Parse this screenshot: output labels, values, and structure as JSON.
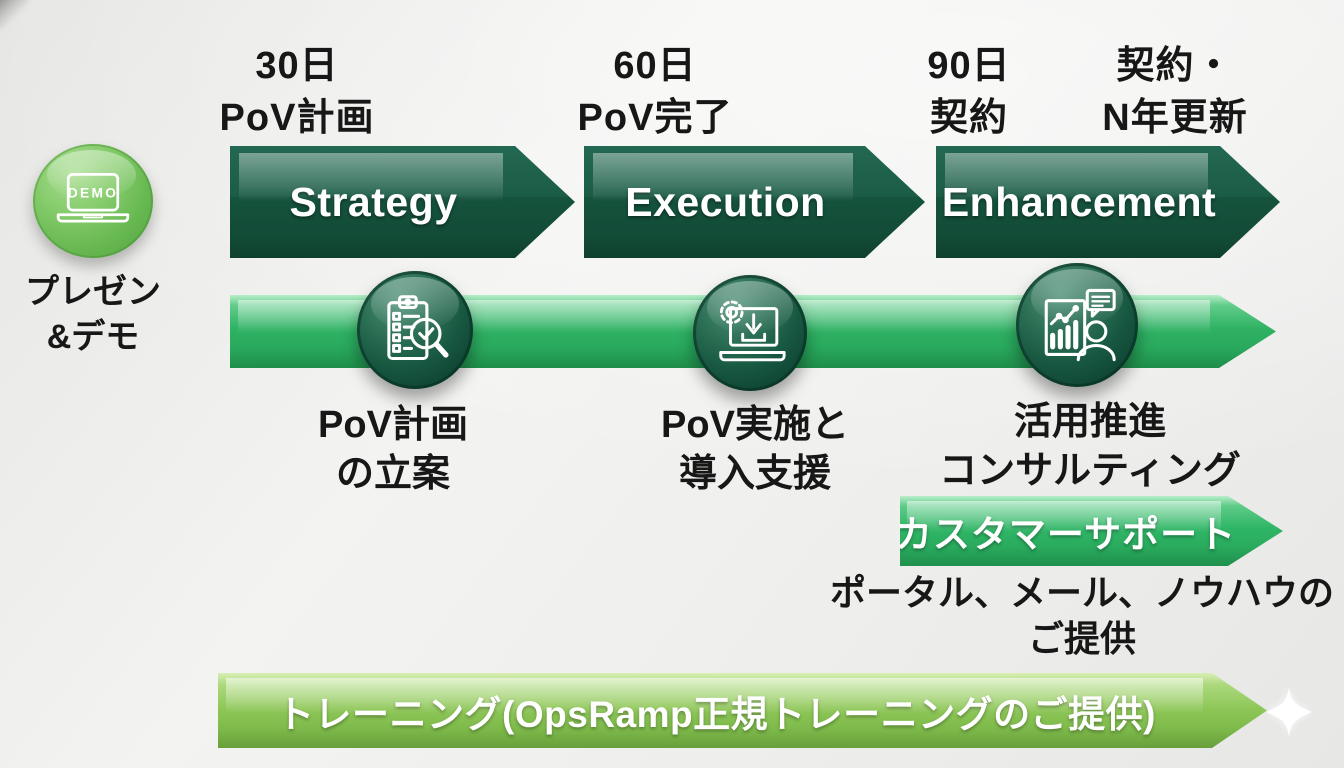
{
  "demo": {
    "badge": "DEMO",
    "icon": "laptop-demo-icon",
    "label_line1": "プレゼン",
    "label_line2": "&デモ"
  },
  "milestones": [
    {
      "line1": "30日",
      "line2": "PoV計画"
    },
    {
      "line1": "60日",
      "line2": "PoV完了"
    },
    {
      "line1": "90日",
      "line2": "契約"
    },
    {
      "line1": "契約・",
      "line2": "N年更新"
    }
  ],
  "stages": [
    {
      "label": "Strategy"
    },
    {
      "label": "Execution"
    },
    {
      "label": "Enhancement"
    }
  ],
  "activities": [
    {
      "icon": "clipboard-magnifier-icon",
      "line1": "PoV計画",
      "line2": "の立案"
    },
    {
      "icon": "laptop-gear-download-icon",
      "line1": "PoV実施と",
      "line2": "導入支援"
    },
    {
      "icon": "report-person-chat-icon",
      "line1": "活用推進",
      "line2": "コンサルティング"
    }
  ],
  "support": {
    "banner": "カスタマーサポート",
    "description_line1": "ポータル、メール、ノウハウの",
    "description_line2": "ご提供"
  },
  "training": {
    "banner": "トレーニング(OpsRamp正規トレーニングのご提供)"
  },
  "decorations": {
    "sparkle": "four-point-star-icon"
  },
  "colors": {
    "stage_dark_green": "#15533d",
    "timeline_green": "#2fb264",
    "training_light_green": "#8dc657",
    "demo_circle_green": "#67b851",
    "text_black": "#171717",
    "text_white": "#ffffff"
  }
}
